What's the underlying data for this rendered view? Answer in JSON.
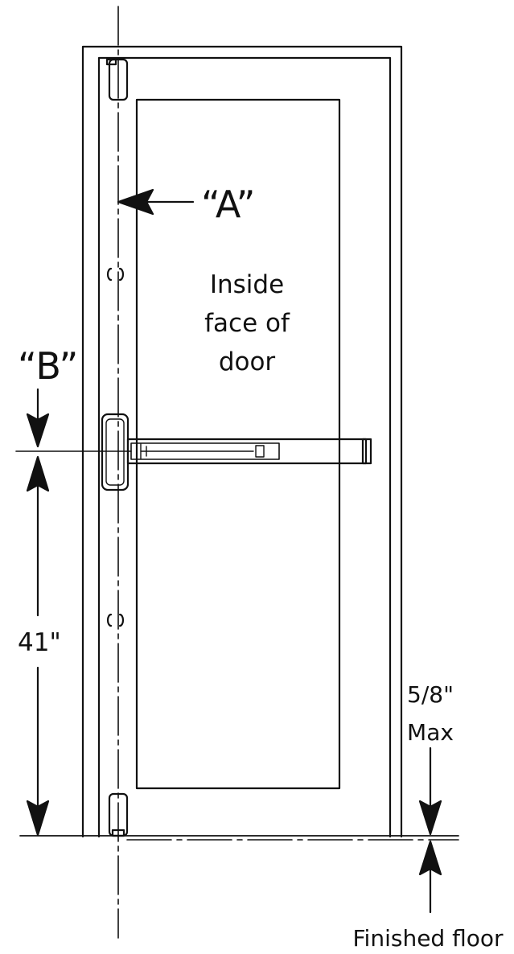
{
  "labels": {
    "marker_a": "“A”",
    "marker_b": "“B”",
    "inside_line1": "Inside",
    "inside_line2": "face of",
    "inside_line3": "door",
    "height": "41\"",
    "threshold_line1": "5/8\"",
    "threshold_line2": "Max",
    "floor": "Finished floor"
  },
  "colors": {
    "stroke": "#111111",
    "background": "#ffffff"
  }
}
